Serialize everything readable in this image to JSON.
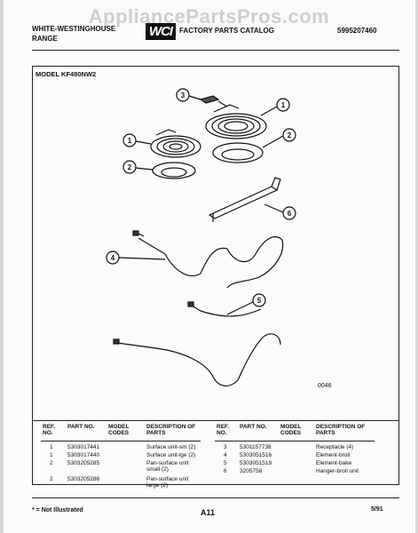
{
  "watermark": "AppliancePartsPros.com",
  "header": {
    "brand_line1": "WHITE-WESTINGHOUSE",
    "brand_line2": "RANGE",
    "logo_text": "WCI",
    "catalog_title": "FACTORY PARTS CATALOG",
    "catalog_number": "5995207460"
  },
  "model_label": "MODEL KF480NW2",
  "diagram": {
    "callouts": [
      "3",
      "1",
      "1",
      "2",
      "2",
      "6",
      "4",
      "5"
    ],
    "figure_code": "0046"
  },
  "table": {
    "columns": [
      "REF. NO.",
      "PART NO.",
      "MODEL CODES",
      "DESCRIPTION OF PARTS"
    ],
    "left_rows": [
      {
        "ref": "1",
        "part": "5303017441",
        "codes": "",
        "desc": "Surface unit-sm (2)"
      },
      {
        "ref": "1",
        "part": "5303017440",
        "codes": "",
        "desc": "Surface unit-lge (2)"
      },
      {
        "ref": "2",
        "part": "5303205285",
        "codes": "",
        "desc": "Pan-surface unit small (2)"
      },
      {
        "ref": "2",
        "part": "5303205286",
        "codes": "",
        "desc": "Pan-surface unit large (2)"
      }
    ],
    "right_rows": [
      {
        "ref": "3",
        "part": "5301157738",
        "codes": "",
        "desc": "Receptacle (4)"
      },
      {
        "ref": "4",
        "part": "5303051516",
        "codes": "",
        "desc": "Element-broil"
      },
      {
        "ref": "5",
        "part": "5303051519",
        "codes": "",
        "desc": "Element-bake"
      },
      {
        "ref": "6",
        "part": "3205758",
        "codes": "",
        "desc": "Hanger-broil unit"
      }
    ]
  },
  "footer": {
    "note": "* = Not Illustrated",
    "page": "A11",
    "date": "5/91"
  }
}
